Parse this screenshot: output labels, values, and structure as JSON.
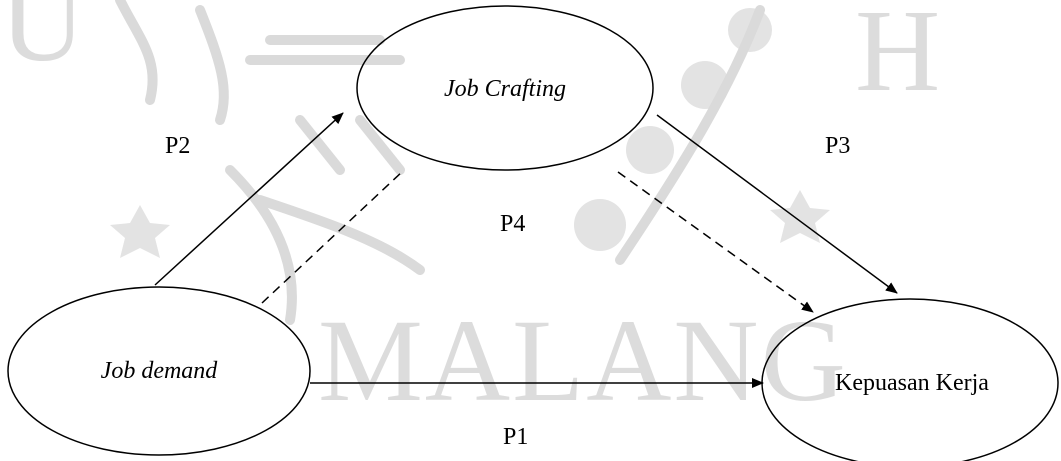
{
  "watermark": {
    "text": "MALANG",
    "left_letters": "U",
    "right_letters": "H"
  },
  "nodes": {
    "job_crafting": "Job Crafting",
    "job_demand": "Job demand",
    "kepuasan_kerja": "Kepuasan Kerja"
  },
  "paths": {
    "p1": "P1",
    "p2": "P2",
    "p3": "P3",
    "p4": "P4"
  }
}
